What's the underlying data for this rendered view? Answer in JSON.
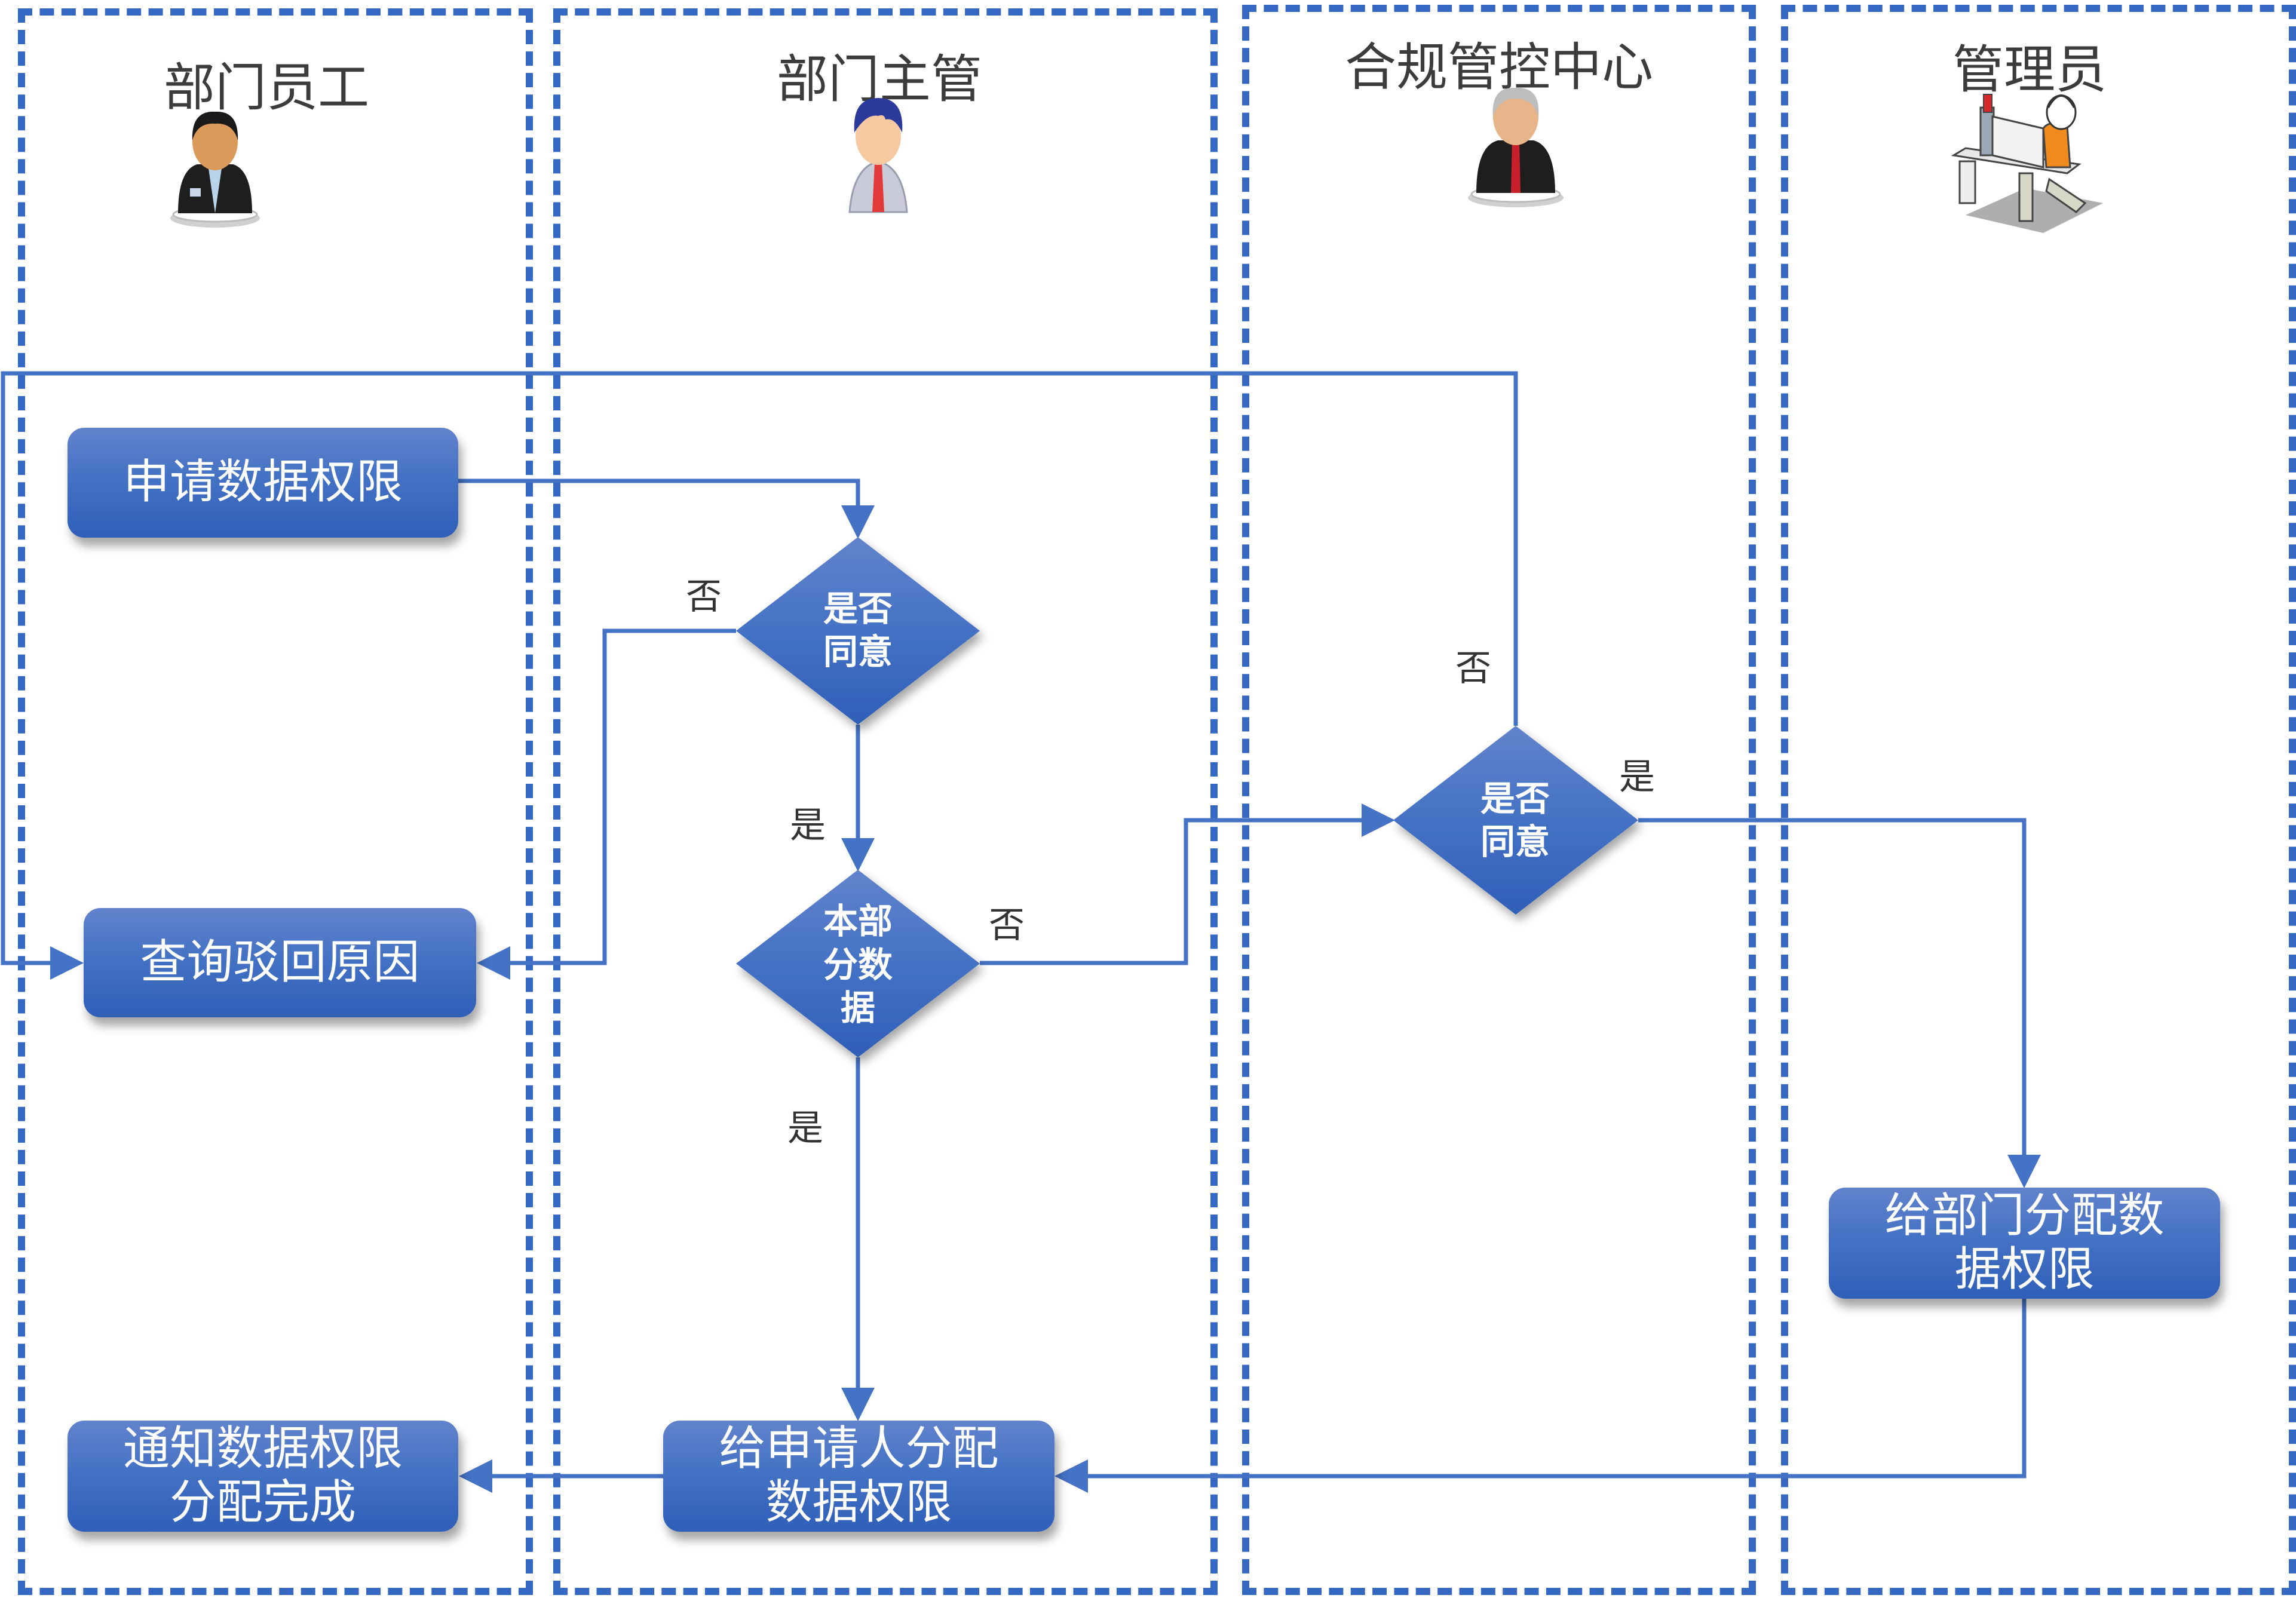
{
  "lanes": [
    {
      "title": "部门员工",
      "avatar": "employee-avatar-icon"
    },
    {
      "title": "部门主管",
      "avatar": "supervisor-avatar-icon"
    },
    {
      "title": "合规管控中心",
      "avatar": "compliance-officer-avatar-icon"
    },
    {
      "title": "管理员",
      "avatar": "administrator-at-computer-icon"
    }
  ],
  "process_boxes": {
    "apply": "申请数据权限",
    "query_reject": "查询驳回原因",
    "notify_done": "通知数据权限\n分配完成",
    "assign_to_applicant": "给申请人分配\n数据权限",
    "assign_to_dept": "给部门分配数\n据权限"
  },
  "decisions": {
    "supervisor_agree": "是否\n同意",
    "own_dept_data": "本部\n分数\n据",
    "compliance_agree": "是否\n同意"
  },
  "edge_labels": {
    "supervisor_no": "否",
    "supervisor_yes": "是",
    "own_dept_no": "否",
    "own_dept_yes": "是",
    "compliance_no": "否",
    "compliance_yes": "是"
  },
  "colors": {
    "lane_border": "#3568c2",
    "connector": "#4472c4",
    "node_fill": "#4472c4",
    "title_text": "#3c3c3c"
  }
}
